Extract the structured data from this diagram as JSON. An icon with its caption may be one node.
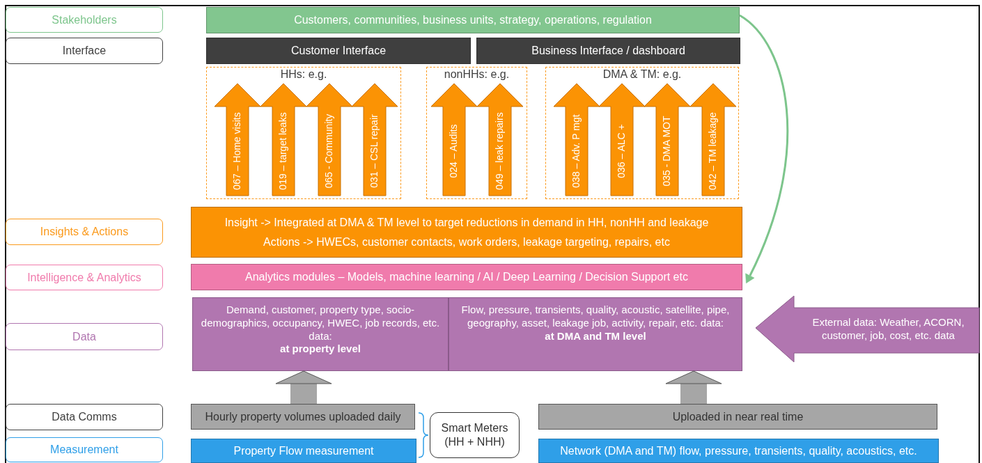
{
  "diagram": {
    "nodes": [
      {
        "text": [
          "Stakeholders"
        ]
      },
      {
        "text": [
          "Interface"
        ]
      },
      {
        "text": [
          "Insights & Actions"
        ]
      },
      {
        "text": [
          "Intelligence & Analytics"
        ]
      },
      {
        "text": [
          "Data"
        ]
      },
      {
        "text": [
          "Data Comms"
        ]
      },
      {
        "text": [
          "Measurement"
        ]
      },
      {
        "text": [
          "Customers, communities, business units, strategy, operations, regulation"
        ]
      },
      {
        "text": [
          "Customer Interface"
        ]
      },
      {
        "text": [
          "Business Interface / dashboard"
        ]
      },
      {
        "text": [
          "HHs: e.g."
        ]
      },
      {
        "text": [
          "067 – Home visits"
        ],
        "in": 10
      },
      {
        "text": [
          "019 – target leaks"
        ],
        "in": 10
      },
      {
        "text": [
          "065 - Community"
        ],
        "in": 10
      },
      {
        "text": [
          "031 – CSL repair"
        ],
        "in": 10
      },
      {
        "text": [
          "nonHHs: e.g."
        ]
      },
      {
        "text": [
          "024 – Audits"
        ],
        "in": 15
      },
      {
        "text": [
          "049 – leak repairs"
        ],
        "in": 15
      },
      {
        "text": [
          "DMA & TM: e.g."
        ]
      },
      {
        "text": [
          "038 – Adv. P mgt"
        ],
        "in": 18
      },
      {
        "text": [
          "036 – ALC +"
        ],
        "in": 18
      },
      {
        "text": [
          "035 - DMA MOT"
        ],
        "in": 18
      },
      {
        "text": [
          "042 – TM leakage"
        ],
        "in": 18
      },
      {
        "text": [
          "Insight -> Integrated at DMA & TM level to target reductions in demand in HH, nonHH and leakage",
          "Actions -> HWECs, customer contacts, work orders, leakage targeting, repairs, etc"
        ]
      },
      {
        "text": [
          "Analytics modules – Models, machine learning / AI / Deep Learning / Decision Support etc"
        ]
      },
      {
        "text": [
          "Demand, customer, property type, socio-demographics, occupancy, HWEC, job records, etc. data:",
          "at property level"
        ]
      },
      {
        "text": [
          "Flow, pressure, transients, quality, acoustic, satellite, pipe, geography, asset, leakage job, activity, repair, etc. data:",
          "at DMA and TM level"
        ]
      },
      {
        "text": [
          "External data: Weather, ACORN, customer, job, cost, etc. data"
        ]
      },
      {
        "text": [
          "Hourly property volumes uploaded daily"
        ]
      },
      {
        "text": [
          "Uploaded in near real time"
        ]
      },
      {
        "text": [
          "Property Flow measurement"
        ]
      },
      {
        "text": [
          "Network (DMA and TM) flow, pressure, transients, quality, acoustics, etc."
        ]
      },
      {
        "text": [
          "Smart Meters (HH + NHH)"
        ]
      }
    ],
    "edges": [
      {
        "from": 7,
        "to": 24,
        "arrow": "to",
        "color": "#7dc58c"
      },
      {
        "from": 28,
        "to": 25,
        "arrow": "to",
        "color": "#a6a6a6"
      },
      {
        "from": 29,
        "to": 26,
        "arrow": "to",
        "color": "#a6a6a6"
      }
    ]
  }
}
